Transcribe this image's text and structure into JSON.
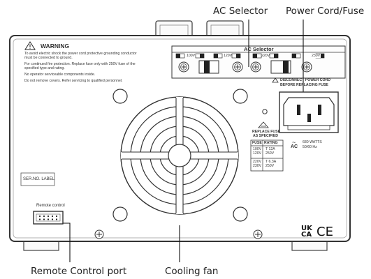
{
  "callouts": {
    "ac_selector": "AC Selector",
    "power_cord_fuse": "Power Cord/Fuse",
    "remote_control_port": "Remote Control port",
    "cooling_fan": "Cooling fan"
  },
  "warning": {
    "title": "WARNING",
    "lines": [
      "To avoid electric shock the power cord protective grounding conductor",
      "must be connected to ground.",
      "For continued fire protection. Replace fuse only with 250V fuse of the",
      "specified type and rating.",
      "No operator serviceable components inside.",
      "Do not remove covers. Refer servicing to qualified personnel."
    ]
  },
  "ac_selector_panel": {
    "title": "AC Selector",
    "labels": [
      "100V",
      "120V",
      "220V",
      "230V"
    ]
  },
  "power_cord": {
    "disconnect_line1": "DISCONNECT POWER CORD",
    "disconnect_line2": "BEFORE REPLACING FUSE",
    "watts": "680 WATTS",
    "hz": "50/60 Hz",
    "ac": "AC",
    "tilde": "~"
  },
  "fuse_table": {
    "replace_line1": "REPLACE FUSE",
    "replace_line2": "AS SPECIFIED",
    "headers": [
      "FUSE",
      "RATING"
    ],
    "rows": [
      {
        "fuse": "100V\n120V",
        "rating": "T 12A\n250V"
      },
      {
        "fuse": "220V\n230V",
        "rating": "T 6.3A\n250V"
      }
    ]
  },
  "serial_label": "SER.NO. LABEL",
  "remote_control_label": "Remote  control",
  "marks": {
    "ukca_top": "UK",
    "ukca_bottom": "CA",
    "ce": "CE"
  }
}
